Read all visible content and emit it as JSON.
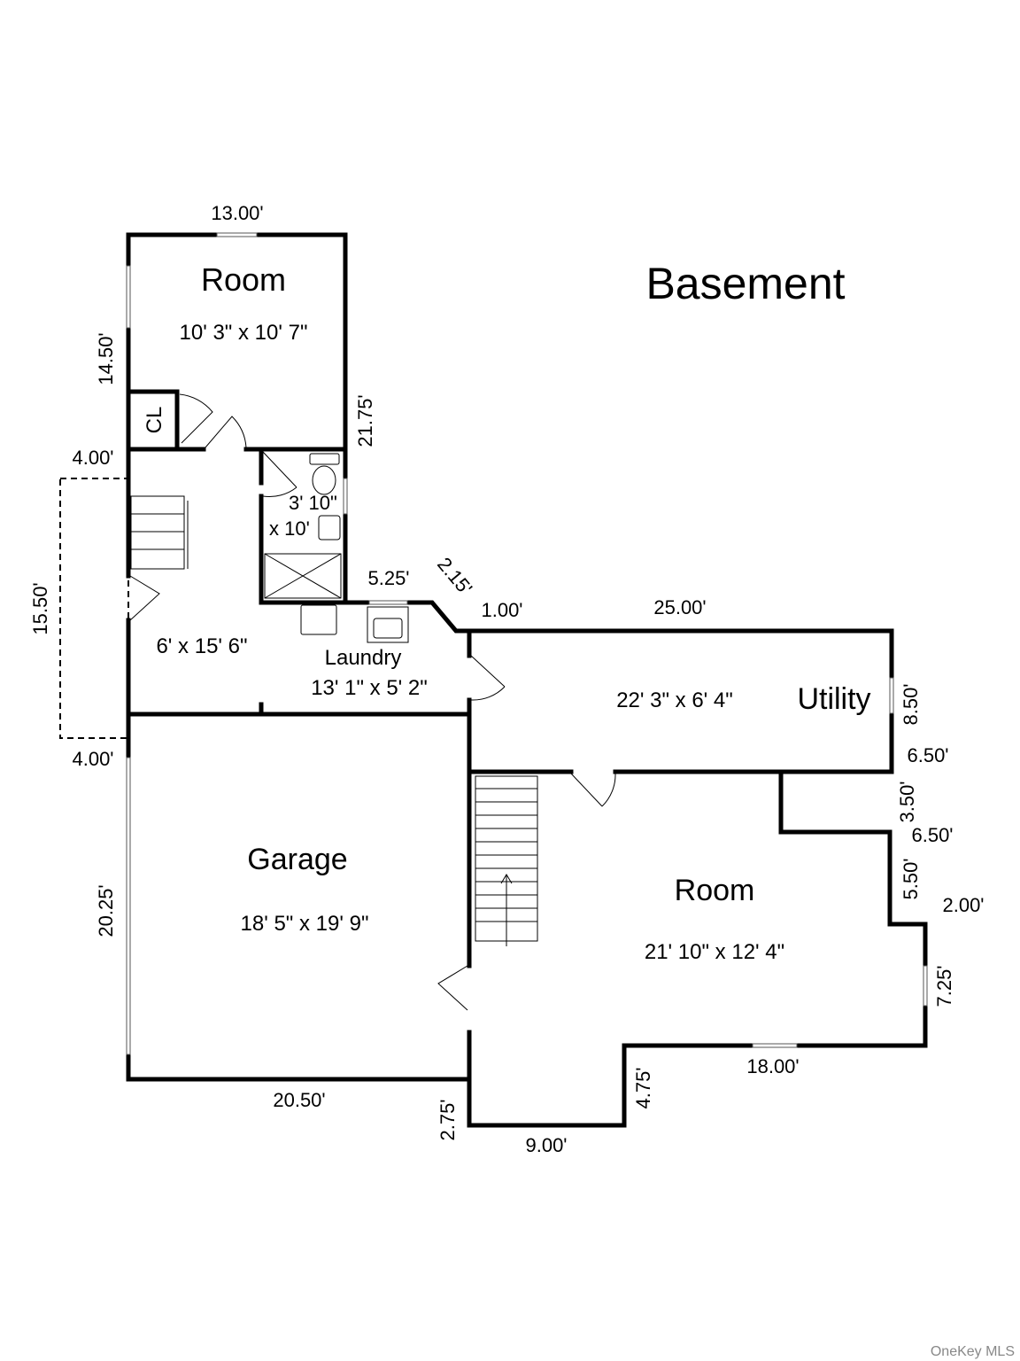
{
  "title": "Basement",
  "watermark": "OneKey MLS",
  "rooms": {
    "room_top": {
      "name": "Room",
      "size": "10' 3\" x 10' 7\""
    },
    "closet": {
      "name": "CL"
    },
    "bath": {
      "size_line1": "3' 10\"",
      "size_line2": "x 10'"
    },
    "hall": {
      "size": "6' x 15' 6\""
    },
    "laundry": {
      "name": "Laundry",
      "size": "13' 1\" x 5' 2\""
    },
    "utility": {
      "name": "Utility",
      "size": "22' 3\" x 6' 4\""
    },
    "garage": {
      "name": "Garage",
      "size": "18' 5\" x 19' 9\""
    },
    "room_bottom": {
      "name": "Room",
      "size": "21' 10\" x 12' 4\""
    }
  },
  "dimensions": {
    "top": "13.00'",
    "left_top": "14.50'",
    "right_top": "21.75'",
    "ext_top": "4.00'",
    "ext_side": "15.50'",
    "ext_bottom": "4.00'",
    "laundry_top": "5.25'",
    "diag": "2.15'",
    "step": "1.00'",
    "utility_top": "25.00'",
    "utility_right": "8.50'",
    "notch_top": "6.50'",
    "notch_side": "3.50'",
    "notch_bottom": "6.50'",
    "right_mid": "5.50'",
    "right_step": "2.00'",
    "right_bottom": "7.25'",
    "room_bottom": "18.00'",
    "room_inset": "4.75'",
    "bottom_left": "9.00'",
    "bottom_step": "2.75'",
    "garage_bottom": "20.50'",
    "garage_left": "20.25'"
  }
}
